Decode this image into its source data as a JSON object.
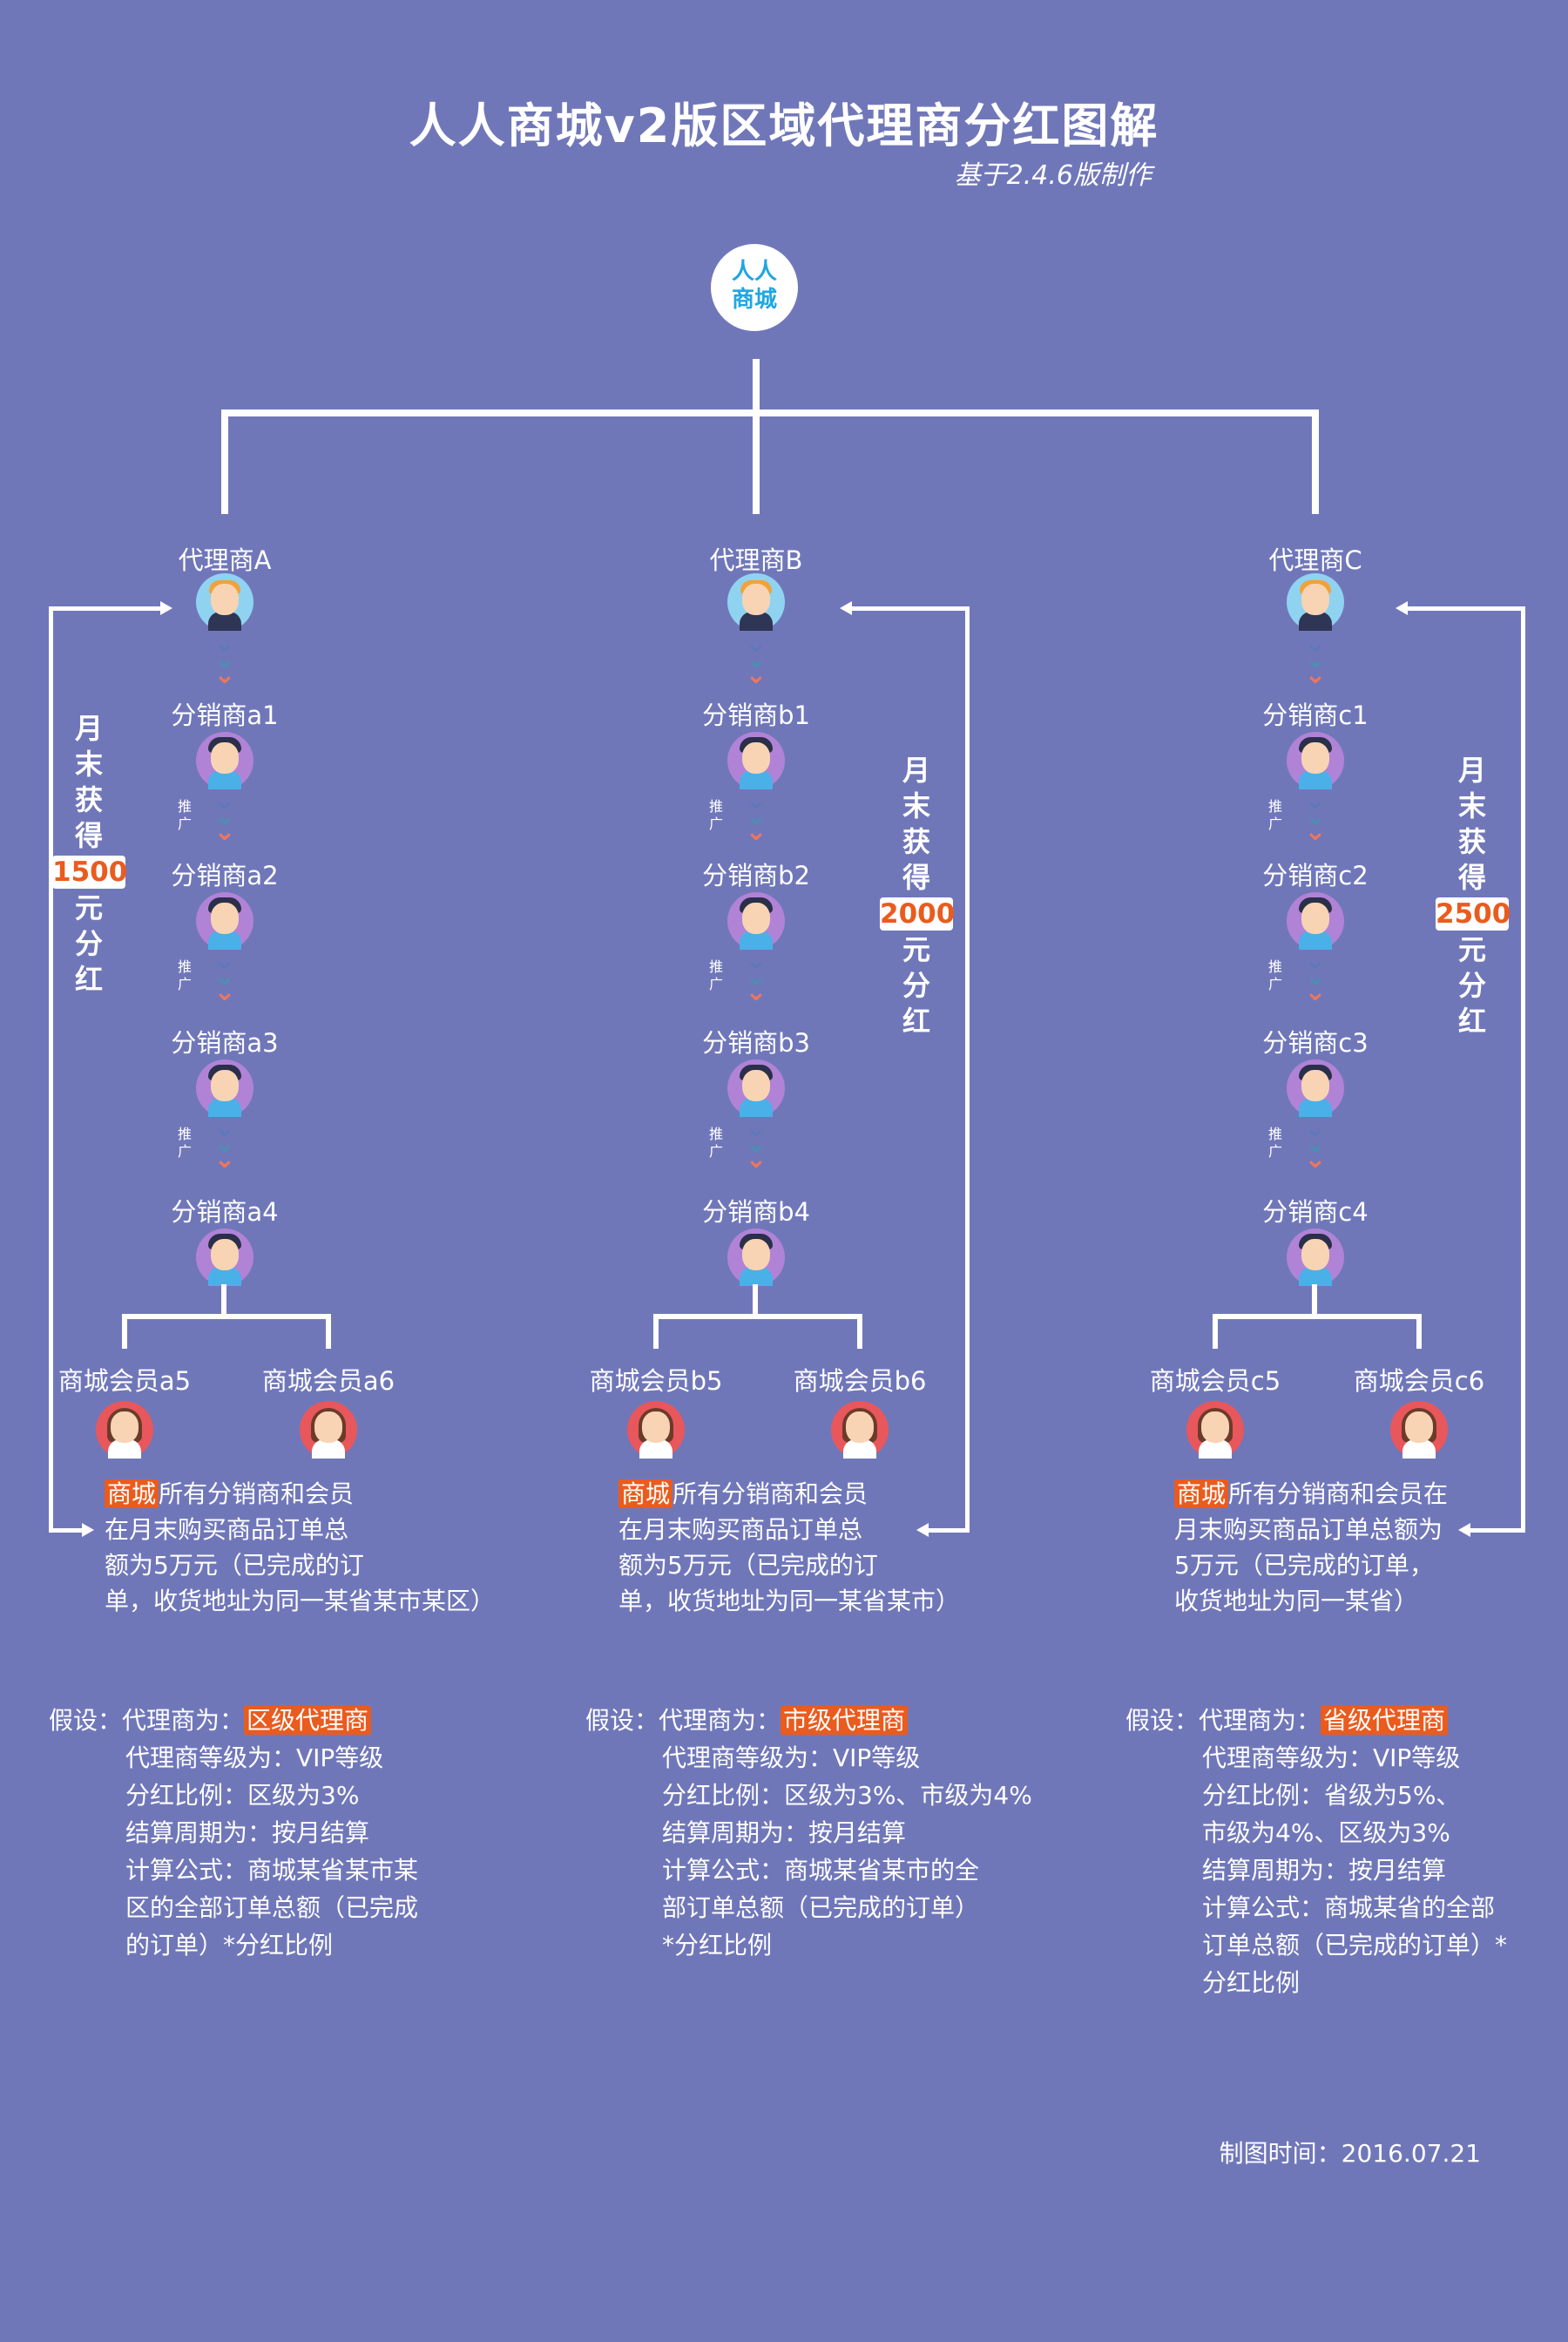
{
  "title": "人人商城v2版区域代理商分红图解",
  "subtitle": "基于2.4.6版制作",
  "logo": {
    "top": "人人",
    "bottom": "商城"
  },
  "columns": [
    {
      "agent": "代理商A",
      "distributors": [
        "分销商a1",
        "分销商a2",
        "分销商a3",
        "分销商a4"
      ],
      "promote_label": [
        "推",
        "广"
      ],
      "members": [
        "商城会员a5",
        "商城会员a6"
      ],
      "bonus": {
        "chars_top": [
          "月",
          "末",
          "获",
          "得"
        ],
        "amount": "1500",
        "chars_bottom": [
          "元",
          "分",
          "红"
        ]
      },
      "desc_highlight": "商城",
      "desc_lines": [
        "所有分销商和会员",
        "在月末购买商品订单总",
        "额为5万元（已完成的订",
        "单，收货地址为同一某省某市某区）"
      ],
      "assume_label": "假设：代理商为：",
      "assume_highlight": "区级代理商",
      "assume_lines": [
        "代理商等级为：VIP等级",
        "分红比例：区级为3%",
        "结算周期为：按月结算",
        "计算公式：商城某省某市某",
        "区的全部订单总额（已完成",
        "的订单）*分红比例"
      ]
    },
    {
      "agent": "代理商B",
      "distributors": [
        "分销商b1",
        "分销商b2",
        "分销商b3",
        "分销商b4"
      ],
      "promote_label": [
        "推",
        "广"
      ],
      "members": [
        "商城会员b5",
        "商城会员b6"
      ],
      "bonus": {
        "chars_top": [
          "月",
          "末",
          "获",
          "得"
        ],
        "amount": "2000",
        "chars_bottom": [
          "元",
          "分",
          "红"
        ]
      },
      "desc_highlight": "商城",
      "desc_lines": [
        "所有分销商和会员",
        "在月末购买商品订单总",
        "额为5万元（已完成的订",
        "单，收货地址为同一某省某市）"
      ],
      "assume_label": "假设：代理商为：",
      "assume_highlight": "市级代理商",
      "assume_lines": [
        "代理商等级为：VIP等级",
        "分红比例：区级为3%、市级为4%",
        "结算周期为：按月结算",
        "计算公式：商城某省某市的全",
        "部订单总额（已完成的订单）",
        "*分红比例"
      ]
    },
    {
      "agent": "代理商C",
      "distributors": [
        "分销商c1",
        "分销商c2",
        "分销商c3",
        "分销商c4"
      ],
      "promote_label": [
        "推",
        "广"
      ],
      "members": [
        "商城会员c5",
        "商城会员c6"
      ],
      "bonus": {
        "chars_top": [
          "月",
          "末",
          "获",
          "得"
        ],
        "amount": "2500",
        "chars_bottom": [
          "元",
          "分",
          "红"
        ]
      },
      "desc_highlight": "商城",
      "desc_lines": [
        "所有分销商和会员在",
        "月末购买商品订单总额为",
        "5万元（已完成的订单，",
        "收货地址为同一某省）"
      ],
      "assume_label": "假设：代理商为：",
      "assume_highlight": "省级代理商",
      "assume_lines": [
        "代理商等级为：VIP等级",
        "分红比例：省级为5%、",
        "市级为4%、区级为3%",
        "结算周期为：按月结算",
        "计算公式：商城某省的全部",
        "订单总额（已完成的订单）*",
        "分红比例"
      ]
    }
  ],
  "footer": "制图时间：2016.07.21",
  "colors": {
    "background": "#7077b9",
    "highlight": "#ea5b1e",
    "logo_text": "#1fa7e0"
  }
}
